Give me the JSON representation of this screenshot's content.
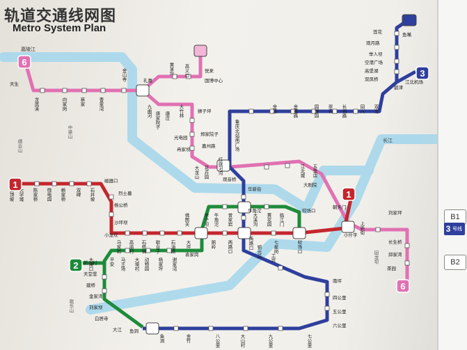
{
  "header": {
    "title_cn": "轨道交通线网图",
    "title_en": "Metro System Plan"
  },
  "lines": [
    {
      "id": "1",
      "color": "#c4262e"
    },
    {
      "id": "2",
      "color": "#1e8b3b"
    },
    {
      "id": "3",
      "color": "#2f3f9d"
    },
    {
      "id": "6",
      "color": "#e071b2"
    }
  ],
  "rivers": [
    {
      "name": "嘉陵江",
      "color": "#9fd3ea"
    },
    {
      "name": "长江",
      "color": "#9fd3ea"
    }
  ],
  "stations": {
    "line6_west": [
      "天生",
      "龙凤溪",
      "向家岗",
      "蔡家",
      "曹家湾",
      "金山寺",
      "黄茅坪",
      "高义口",
      "悦来",
      "国博中心"
    ],
    "line6_south": [
      "九曲河",
      "唐家院子",
      "康庄",
      "大竹林",
      "光电园",
      "冉家坝",
      "大龙山",
      "花卉园",
      "红旗河沟"
    ],
    "line3_north": [
      "鱼嘴",
      "碧津",
      "江北机场",
      "双龙",
      "回兴",
      "长福路",
      "翠云",
      "园博园",
      "金童路",
      "金渝",
      "重庆北站南广场",
      "狮子坪",
      "郑家院子",
      "嘉州路",
      "莲花",
      "观月路",
      "举人坝",
      "空港广场",
      "高堡湖",
      "双凤桥"
    ],
    "line3_south": [
      "观音桥",
      "华新街",
      "牛角沱",
      "两路口",
      "铜元局",
      "工贸",
      "南坪",
      "四公里",
      "五公里",
      "六公里",
      "七公里",
      "九公里",
      "大山村",
      "八公里",
      "金竹",
      "鱼洞"
    ],
    "line1": [
      "朝天门",
      "小什字",
      "较场口",
      "七星岗",
      "两路口",
      "鹅岭",
      "大坪",
      "石油路",
      "歇台子",
      "石桥铺",
      "高庙村",
      "马家岩",
      "小龙坎",
      "沙坪坝",
      "杨公桥",
      "烈士墓",
      "磁器口",
      "石井坡",
      "双碑",
      "赖家桥",
      "微电园",
      "陈家桥",
      "大学城",
      "尖顶坡"
    ],
    "line2": [
      "较场口",
      "临江门",
      "黄花园",
      "大溪沟",
      "曾家岩",
      "牛角沱",
      "李子坝",
      "佛图关",
      "袁家岗",
      "谢家湾",
      "杨家坪",
      "动物园",
      "大堰村",
      "马王场",
      "平安",
      "大渡口",
      "新山村",
      "天堂堡",
      "建桥",
      "金家湾",
      "刘家坝",
      "白居寺",
      "大江",
      "鱼洞"
    ],
    "line6_east": [
      "礼嘉",
      "五里店",
      "江北城",
      "大剧院",
      "上新街",
      "刘家坪",
      "长生桥",
      "邱家湾",
      "茶园"
    ],
    "misc": [
      "中梁山",
      "缙云山",
      "歌乐山",
      "回龙坝"
    ]
  },
  "terminal_badges": [
    {
      "label": "6",
      "color": "#e071b2"
    },
    {
      "label": "1",
      "color": "#c4262e"
    },
    {
      "label": "2",
      "color": "#1e8b3b"
    },
    {
      "label": "3",
      "color": "#2f3f9d"
    },
    {
      "label": "1",
      "color": "#c4262e"
    },
    {
      "label": "6",
      "color": "#e071b2"
    }
  ],
  "side_panel": {
    "b1": "B1",
    "b2": "B2",
    "line3_num": "3",
    "line3_label": "号线"
  }
}
